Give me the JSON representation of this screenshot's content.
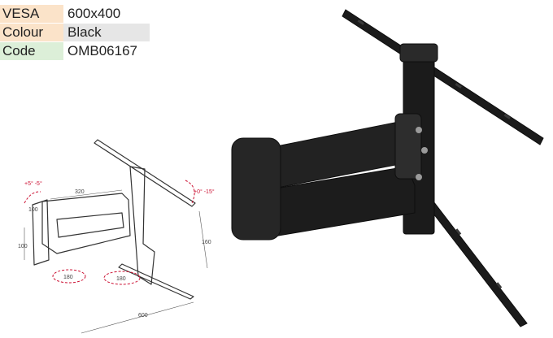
{
  "specs": {
    "vesa": {
      "label": "VESA",
      "value": "600x400"
    },
    "colour": {
      "label": "Colour",
      "value": "Black"
    },
    "code": {
      "label": "Code",
      "value": "OMB06167"
    }
  },
  "drawing": {
    "dimensions": {
      "arm_length": "320",
      "left_depth": "100",
      "swivel_left": "180",
      "swivel_right": "180",
      "height": "160",
      "width": "600",
      "small_depth": "100",
      "tilt_left": "+5°\n-5°",
      "tilt_right": "+0°\n-15°"
    }
  },
  "colors": {
    "mount_black": "#1b1b1b",
    "arrow_red": "#cc1133"
  }
}
